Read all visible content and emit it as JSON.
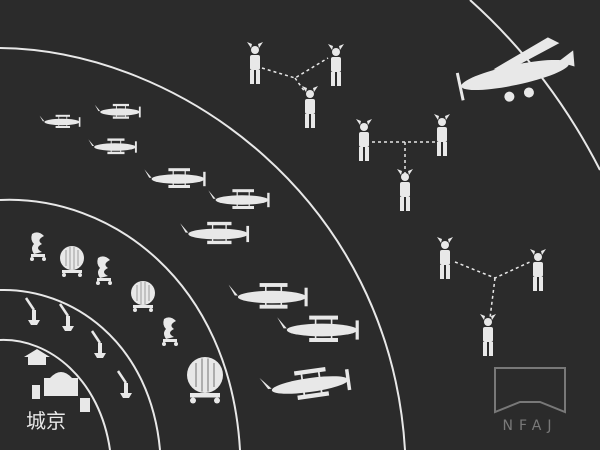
{
  "palette": {
    "background": "#2b2b2b",
    "chalk": "#e8e8e8",
    "watermark": "#9a9a9a"
  },
  "city_label": "城京",
  "watermark_text": "NFAJ",
  "zones": [
    {
      "name": "city",
      "icons": [
        "buildings-icon"
      ]
    },
    {
      "name": "anti-aircraft-guns",
      "icons": [
        "anti-aircraft-gun-icon"
      ]
    },
    {
      "name": "searchlights-and-sound-locators",
      "icons": [
        "searchlight-icon",
        "sound-locator-icon"
      ]
    },
    {
      "name": "fighter-planes",
      "icons": [
        "biplane-icon"
      ]
    },
    {
      "name": "observers",
      "icons": [
        "observer-with-binoculars-icon"
      ]
    },
    {
      "name": "enemy-aircraft",
      "icons": [
        "monoplane-icon"
      ]
    }
  ]
}
